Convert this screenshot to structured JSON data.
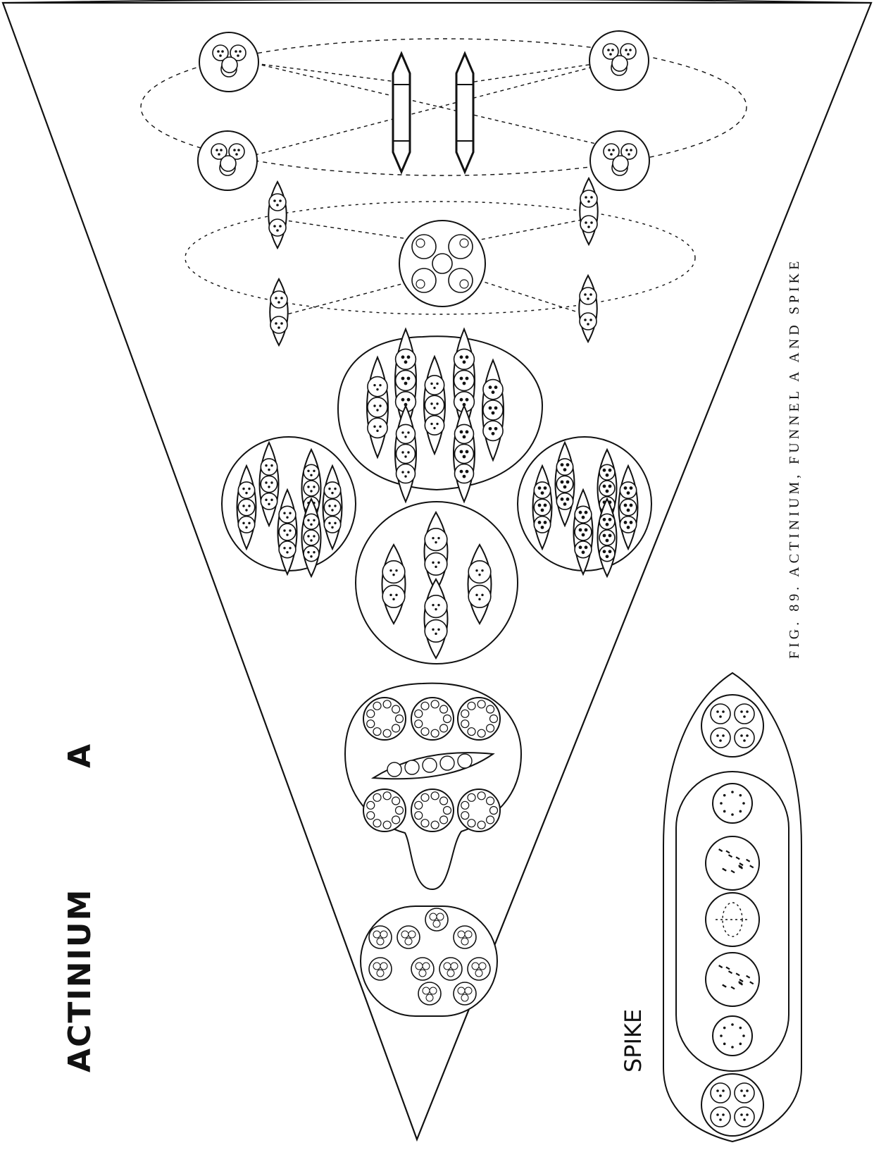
{
  "labels": {
    "element": "ACTINIUM",
    "funnel": "A",
    "spike": "SPIKE",
    "caption": "FIG. 89. ACTINIUM, FUNNEL A AND SPIKE"
  },
  "colors": {
    "ink": "#111111",
    "paper": "#ffffff"
  }
}
